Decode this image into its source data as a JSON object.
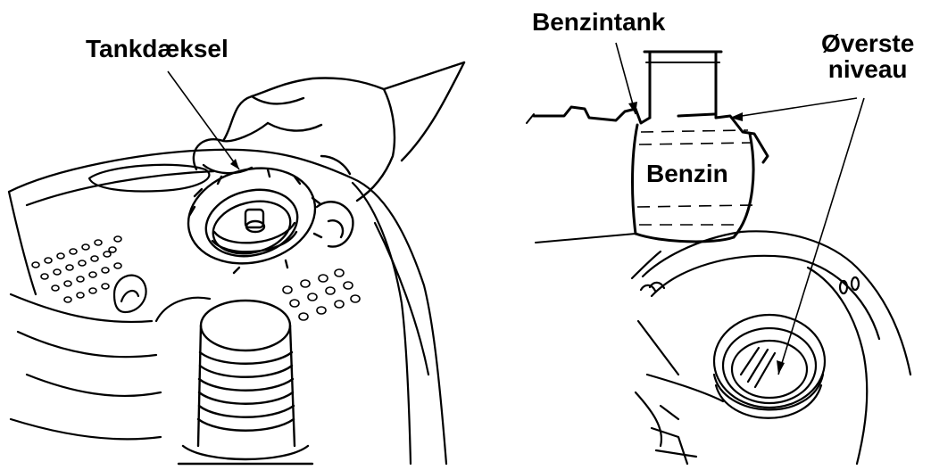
{
  "labels": {
    "tank_cap": "Tankdæksel",
    "fuel_tank": "Benzintank",
    "max_level_line1": "Øverste",
    "max_level_line2": "niveau",
    "fuel": "Benzin"
  }
}
